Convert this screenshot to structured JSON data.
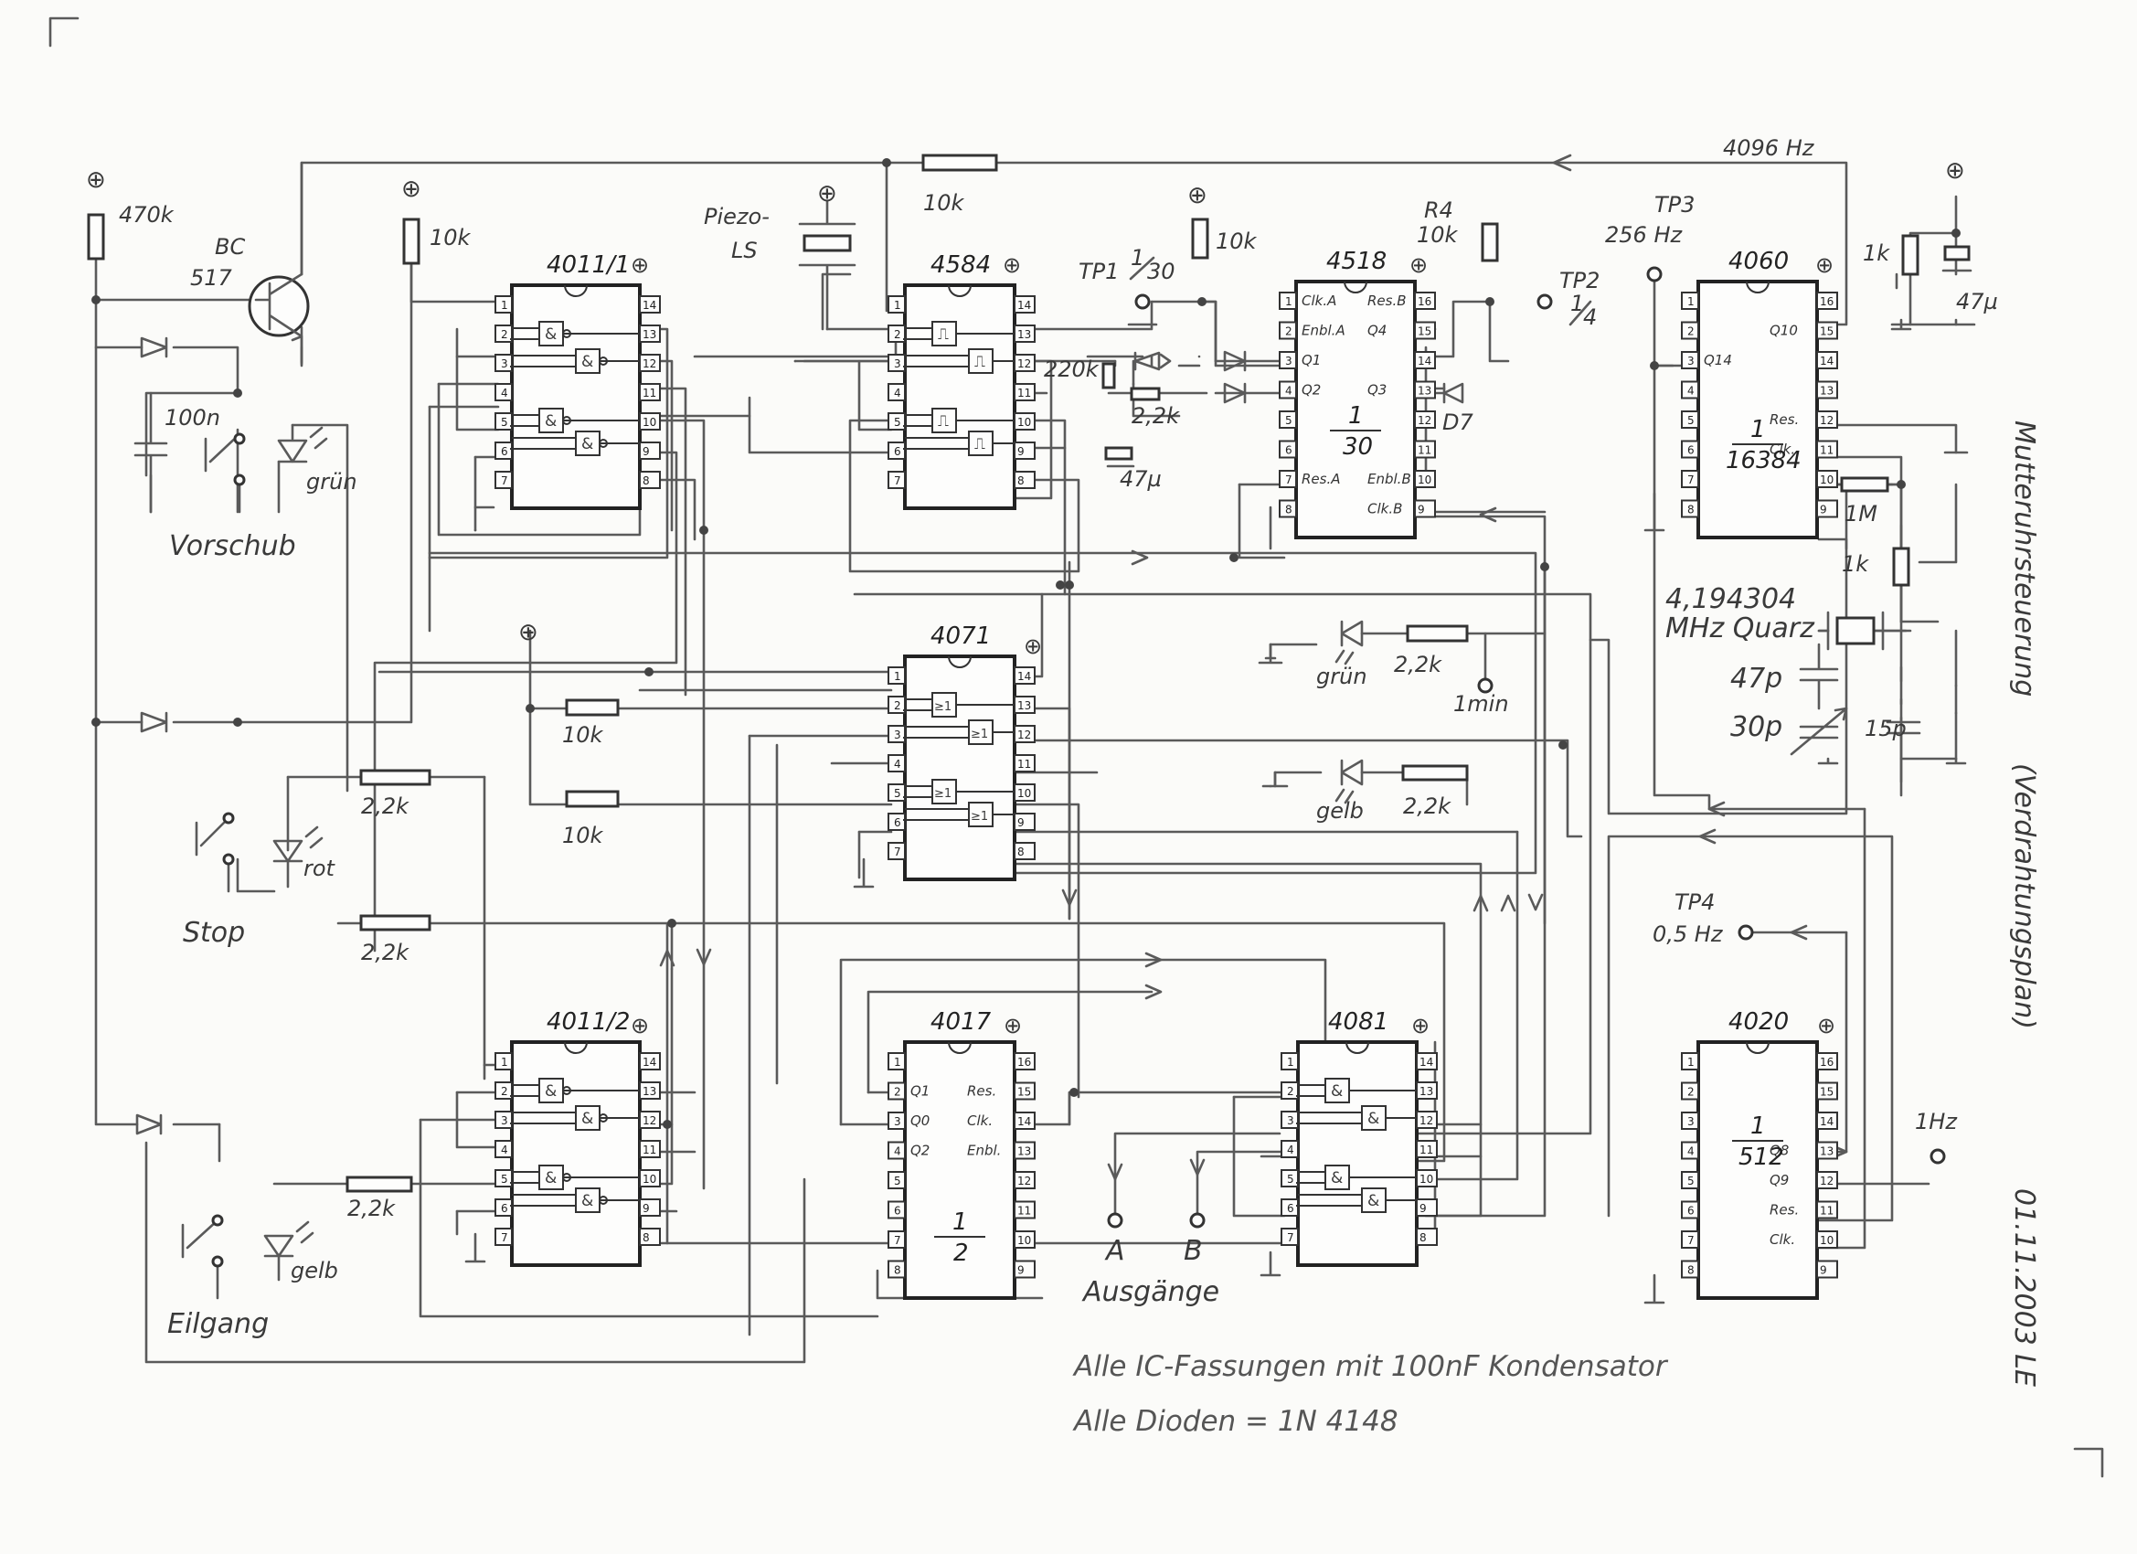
{
  "ics": [
    {
      "id": "ic-4011-1",
      "name": "4011/1",
      "pins": [
        "1",
        "2",
        "3",
        "4",
        "5",
        "6",
        "7",
        "8",
        "9",
        "10",
        "11",
        "12",
        "13",
        "14"
      ],
      "functions": []
    },
    {
      "id": "ic-4584",
      "name": "4584",
      "pins": [
        "1",
        "2",
        "3",
        "4",
        "5",
        "6",
        "7",
        "8",
        "9",
        "10",
        "11",
        "12",
        "13",
        "14"
      ],
      "functions": []
    },
    {
      "id": "ic-4518",
      "name": "4518",
      "pins": [
        "1",
        "2",
        "3",
        "4",
        "5",
        "6",
        "7",
        "8",
        "9",
        "10",
        "11",
        "12",
        "13",
        "14",
        "15",
        "16"
      ],
      "functions": [
        "Clk.A",
        "Enbl.A",
        "Q1",
        "Q2",
        "Res.A",
        "Enbl.B",
        "Clk.B",
        "Q3",
        "Q4",
        "Res.B"
      ],
      "ratio_num": "1",
      "ratio_den": "30"
    },
    {
      "id": "ic-4060",
      "name": "4060",
      "pins": [
        "1",
        "2",
        "3",
        "4",
        "5",
        "6",
        "7",
        "8",
        "9",
        "10",
        "11",
        "12",
        "13",
        "14",
        "15",
        "16"
      ],
      "functions": [
        "Q14",
        "Q10",
        "Res.",
        "Clk."
      ],
      "ratio_num": "1",
      "ratio_den": "16384"
    },
    {
      "id": "ic-4071",
      "name": "4071",
      "pins": [
        "1",
        "2",
        "3",
        "4",
        "5",
        "6",
        "7",
        "8",
        "9",
        "10",
        "11",
        "12",
        "13",
        "14"
      ],
      "functions": []
    },
    {
      "id": "ic-4011-2",
      "name": "4011/2",
      "pins": [
        "1",
        "2",
        "3",
        "4",
        "5",
        "6",
        "7",
        "8",
        "9",
        "10",
        "11",
        "12",
        "13",
        "14"
      ],
      "functions": []
    },
    {
      "id": "ic-4017",
      "name": "4017",
      "pins": [
        "1",
        "2",
        "3",
        "4",
        "5",
        "6",
        "7",
        "8",
        "9",
        "10",
        "11",
        "12",
        "13",
        "14",
        "15",
        "16"
      ],
      "functions": [
        "Q1",
        "Q0",
        "Q2",
        "Res.",
        "Clk.",
        "Enbl."
      ],
      "ratio_num": "1",
      "ratio_den": "2"
    },
    {
      "id": "ic-4081",
      "name": "4081",
      "pins": [
        "1",
        "2",
        "3",
        "4",
        "5",
        "6",
        "7",
        "8",
        "9",
        "10",
        "11",
        "12",
        "13",
        "14"
      ],
      "functions": []
    },
    {
      "id": "ic-4020",
      "name": "4020",
      "pins": [
        "1",
        "2",
        "3",
        "4",
        "5",
        "6",
        "7",
        "8",
        "9",
        "10",
        "11",
        "12",
        "13",
        "14",
        "15",
        "16"
      ],
      "functions": [
        "Q8",
        "Q9",
        "Res.",
        "Clk."
      ],
      "ratio_num": "1",
      "ratio_den": "512"
    }
  ],
  "components": {
    "r_470k": "470k",
    "transistor": "BC",
    "transistor_num": "517",
    "r_10k_a": "10k",
    "r_10k_top": "10k",
    "r_10k_4518": "10k",
    "r4": "R4",
    "r4_val": "10k",
    "c_100n": "100n",
    "piezo_line1": "Piezo-",
    "piezo_line2": "LS",
    "r_220k": "220k",
    "r_2k2_47": "2,2k",
    "c_47u_left": "47µ",
    "d7": "D7",
    "r_1k_top": "1k",
    "c_47u_right": "47µ",
    "r_1M": "1M",
    "r_1k_mid": "1k",
    "quartz_line1": "4,194304",
    "quartz_line2": "MHz Quarz",
    "c_47p": "47p",
    "c_30p": "30p",
    "c_15p": "15p",
    "r_10k_or1": "10k",
    "r_10k_or2": "10k",
    "r_2k2_stop": "2,2k",
    "r_2k2_mid": "2,2k",
    "r_2k2_eil": "2,2k",
    "r_2k2_gruen": "2,2k",
    "r_2k2_gelb": "2,2k",
    "led_gruen": "grün",
    "led_rot": "rot",
    "led_gelb": "gelb",
    "led_gruen_r": "grün",
    "led_gelb_r": "gelb"
  },
  "switches": {
    "vorschub": "Vorschub",
    "stop": "Stop",
    "eilgang": "Eilgang"
  },
  "testpoints": {
    "tp1": "TP1",
    "tp1_ratio_num": "1",
    "tp1_ratio_den": "30",
    "tp2": "TP2",
    "tp2_ratio_num": "1",
    "tp2_ratio_den": "4",
    "tp3": "TP3",
    "tp3_freq": "256 Hz",
    "tp4": "TP4",
    "tp4_freq": "0,5 Hz",
    "freq_4096": "4096 Hz",
    "one_hz": "1Hz",
    "one_min": "1min"
  },
  "outputs": {
    "a": "A",
    "b": "B",
    "label": "Ausgänge"
  },
  "notes": {
    "line1": "Alle IC-Fassungen mit 100nF Kondensator",
    "line2": "Alle Dioden = 1N 4148"
  },
  "side_title": {
    "main": "Mutteruhrsteuerung",
    "sub": "(Verdrahtungsplan)",
    "date": "01.11.2003 LE"
  },
  "power_symbol": "⊕"
}
